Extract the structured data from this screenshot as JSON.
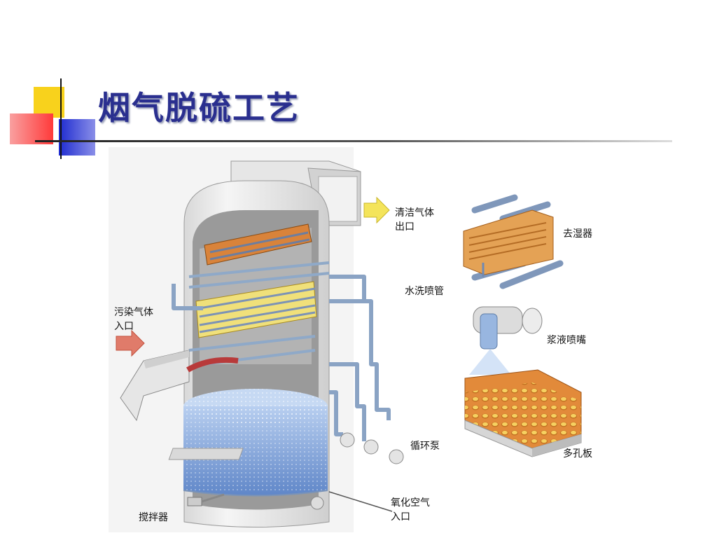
{
  "title": "烟气脱硫工艺",
  "labels": {
    "clean_gas_outlet": [
      "清洁气体",
      "出口"
    ],
    "demister": "去湿器",
    "wash_spray_pipe": "水洗喷管",
    "polluted_gas_inlet": [
      "污染气体",
      "入口"
    ],
    "slurry_nozzle": "浆液喷嘴",
    "circulation_pump": "循环泵",
    "perforated_plate": "多孔板",
    "oxidation_air_inlet": [
      "氧化空气",
      "入口"
    ],
    "agitator": "搅拌器"
  },
  "colors": {
    "title": "#2a2f8f",
    "slurry": "#8fb3e8",
    "pipe": "#8fa9c8",
    "packing_orange": "#d9833a",
    "packing_yellow": "#f0e07a"
  }
}
